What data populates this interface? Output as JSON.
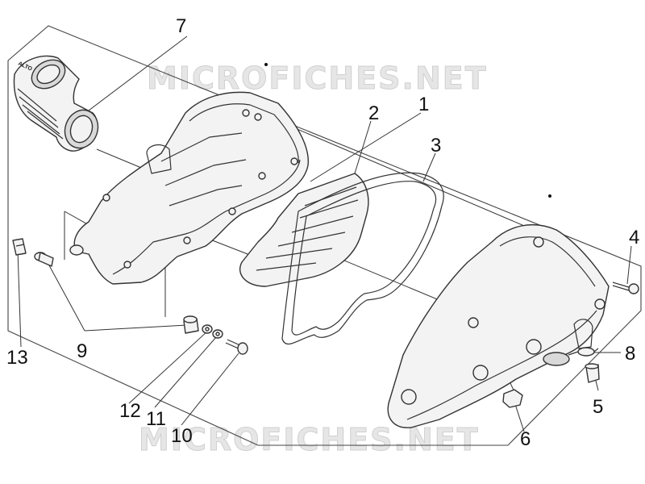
{
  "watermark": {
    "text_top": "MICROFICHES.NET",
    "text_bottom": "MICROFICHES.NET"
  },
  "part_logo": "ALTO",
  "callouts": {
    "n1": "1",
    "n2": "2",
    "n3": "3",
    "n4": "4",
    "n5": "5",
    "n6": "6",
    "n7": "7",
    "n8": "8",
    "n9": "9",
    "n10": "10",
    "n11": "11",
    "n12": "12",
    "n13": "13"
  },
  "colors": {
    "line": "#333333",
    "watermark": "#e6e6e6",
    "background": "#ffffff"
  }
}
